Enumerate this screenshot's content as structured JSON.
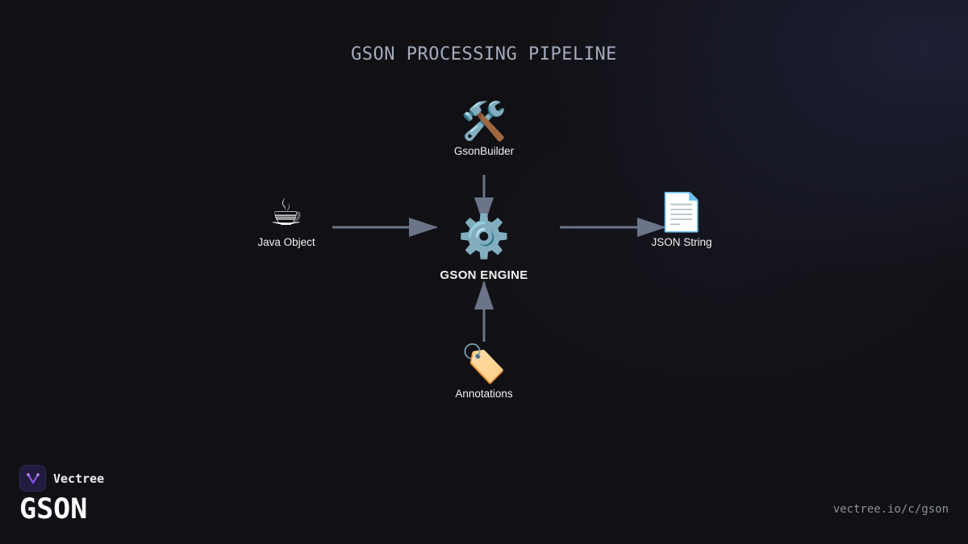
{
  "diagram": {
    "title": "GSON PROCESSING PIPELINE",
    "nodes": {
      "builder": {
        "icon": "🛠️",
        "icon_name": "hammer-wrench-icon",
        "label": "GsonBuilder"
      },
      "java_object": {
        "icon": "☕",
        "icon_name": "coffee-cup-icon",
        "label": "Java Object"
      },
      "engine": {
        "icon": "⚙️",
        "icon_name": "gear-icon",
        "label": "GSON ENGINE"
      },
      "json_string": {
        "icon": "📄",
        "icon_name": "document-icon",
        "label": "JSON String"
      },
      "annotations": {
        "icon": "🏷️",
        "icon_name": "tag-icon",
        "label": "Annotations"
      }
    },
    "edges": [
      {
        "from": "builder",
        "to": "engine"
      },
      {
        "from": "java_object",
        "to": "engine"
      },
      {
        "from": "engine",
        "to": "json_string"
      },
      {
        "from": "annotations",
        "to": "engine"
      }
    ],
    "arrow_color": "#6b7488"
  },
  "footer": {
    "brand_name": "Vectree",
    "product_name": "GSON",
    "url": "vectree.io/c/gson"
  }
}
